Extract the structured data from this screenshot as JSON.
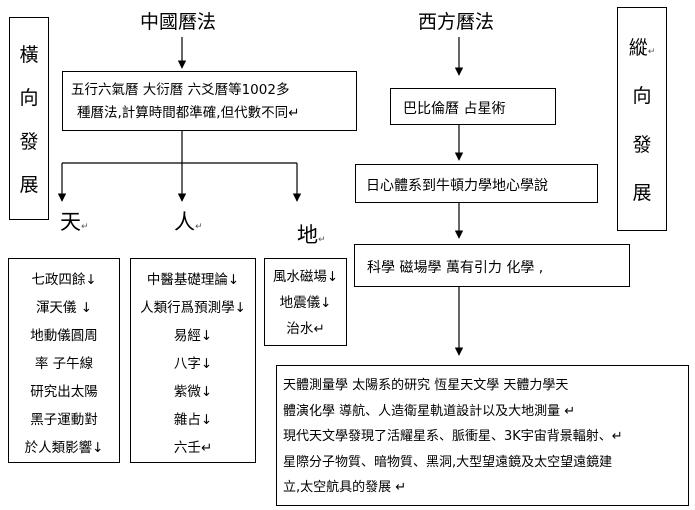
{
  "titles": {
    "chinese": "中國曆法",
    "western": "西方曆法"
  },
  "side_labels": {
    "horizontal": [
      "橫",
      "向",
      "發",
      "展"
    ],
    "vertical": [
      "縱",
      "向",
      "發",
      "展"
    ],
    "vertical_mark": "↵"
  },
  "chinese_top_box": {
    "line1": "五行六氣曆  大衍曆  六爻曆等1002多",
    "line2": "種曆法,計算時間都準確,但代數不同↵"
  },
  "branches": {
    "heaven": {
      "label": "天",
      "mark": "↵",
      "items": [
        "七政四餘↓",
        "渾天儀  ↓",
        "地動儀圓周",
        "率  子午線",
        "研究出太陽",
        "黑子運動對",
        "於人類影響↓"
      ]
    },
    "human": {
      "label": "人",
      "mark": "↵",
      "items": [
        "中醫基礎理論↓",
        "人類行爲預測學↓",
        "易經↓",
        "八字↓",
        "紫微↓",
        "雜占↓",
        "六壬↵"
      ]
    },
    "earth": {
      "label": "地",
      "mark": "↵",
      "items": [
        "風水磁場↓",
        "地震儀↓",
        "治水↵"
      ]
    }
  },
  "western_boxes": {
    "box1": "巴比倫曆   占星術",
    "box2": "日心體系到牛頓力學地心學說",
    "box3": "科學  磁場學  萬有引力   化學  ,",
    "box4_lines": [
      "天體測量學      太陽系的研究      恆星天文學    天體力學天",
      "體演化學  導航、人造衛星軌道設計以及大地測量  ↵",
      "現代天文學發現了活耀星系、脈衝星、3K宇宙背景輻射、↵",
      "星際分子物質、暗物質、黑洞,大型望遠鏡及太空望遠鏡建",
      "立,太空航具的發展   ↵"
    ]
  }
}
